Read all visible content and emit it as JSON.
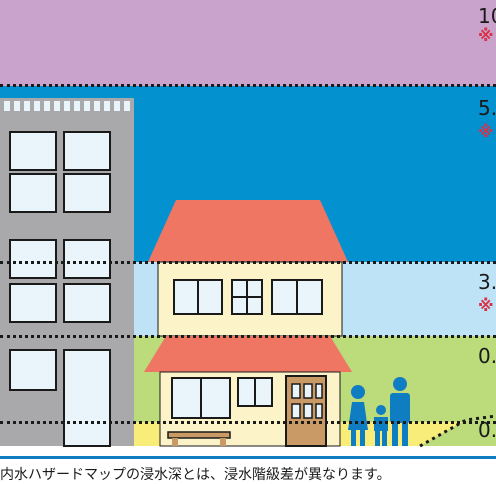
{
  "colors": {
    "band_top": "#c9a3cc",
    "band_blue": "#0491d0",
    "band_lightblue": "#bfe3f6",
    "band_green": "#bcdb7a",
    "band_yellow": "#f9ed7a",
    "building_gray": "#a9a9ab",
    "window_fill": "#e9f4fb",
    "roof_red": "#ef7663",
    "house_wall": "#fcf3c8",
    "people_blue": "#0f7dc2",
    "note_red": "#d8324a"
  },
  "levels": [
    {
      "value": "10",
      "note": "※"
    },
    {
      "value": "5.",
      "note": "※"
    },
    {
      "value": "3.",
      "note": "※"
    },
    {
      "value": "0.",
      "note": ""
    },
    {
      "value": "0.",
      "note": ""
    }
  ],
  "caption": "内水ハザードマップの浸水深とは、浸水階級差が異なります。"
}
